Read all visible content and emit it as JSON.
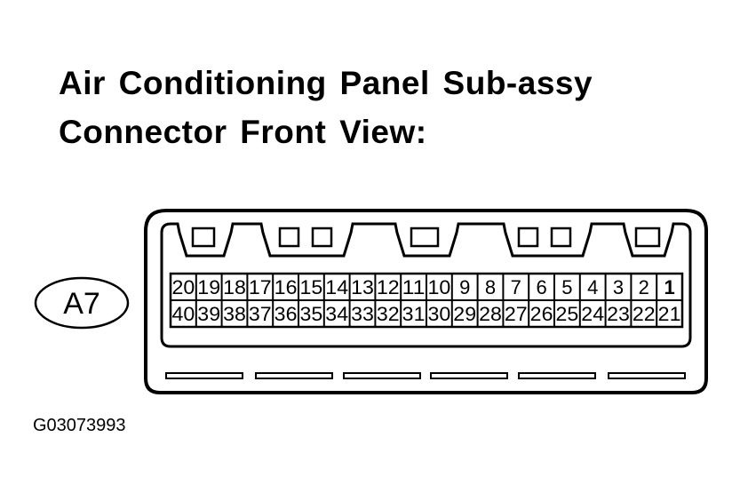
{
  "title_line1": "Air Conditioning Panel Sub-assy",
  "title_line2": "Connector Front View:",
  "connector_label": "A7",
  "figure_id": "G03073993",
  "top_row_pins": [
    "20",
    "19",
    "18",
    "17",
    "16",
    "15",
    "14",
    "13",
    "12",
    "11",
    "10",
    "9",
    "8",
    "7",
    "6",
    "5",
    "4",
    "3",
    "2",
    "1"
  ],
  "bottom_row_pins": [
    "40",
    "39",
    "38",
    "37",
    "36",
    "35",
    "34",
    "33",
    "32",
    "31",
    "30",
    "29",
    "28",
    "27",
    "26",
    "25",
    "24",
    "23",
    "22",
    "21"
  ]
}
